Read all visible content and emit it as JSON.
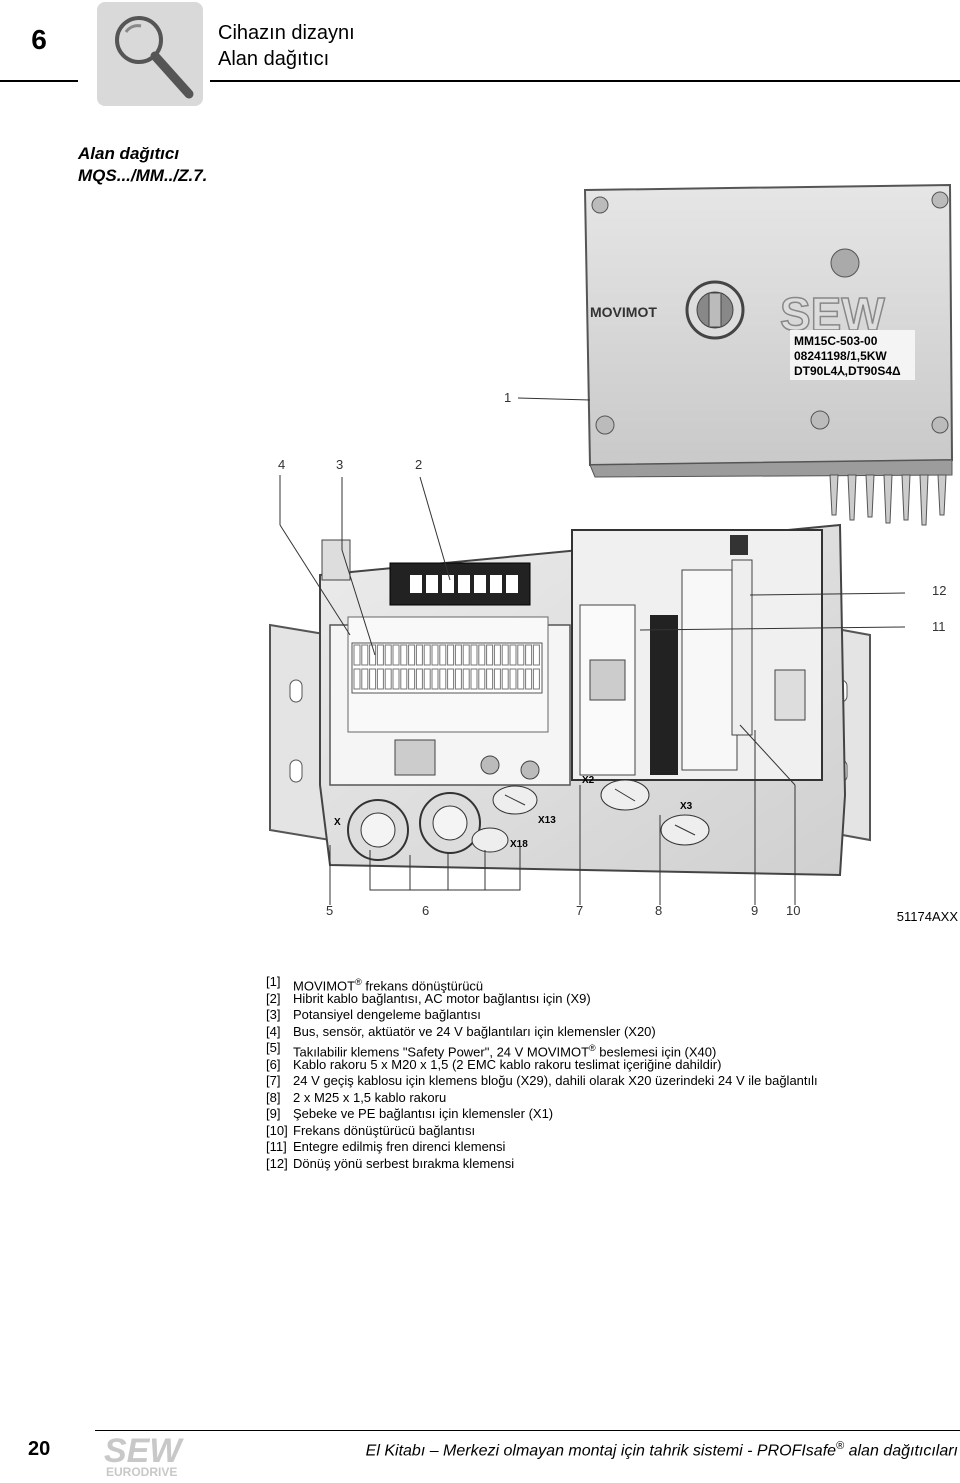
{
  "header": {
    "chapter_number": "6",
    "title": "Cihazın dizaynı",
    "subtitle": "Alan dağıtıcı",
    "icon": "magnifier-icon"
  },
  "section": {
    "title_line1": "Alan dağıtıcı",
    "title_line2": "MQS.../MM../Z.7."
  },
  "figure": {
    "id": "51174AXX",
    "device_brand": "MOVIMOT",
    "device_logo": "SEW",
    "nameplate_line1": "MM15C-503-00",
    "nameplate_line2": "08241198/1,5KW",
    "nameplate_line3": "DT90L4⅄,DT90S4Δ",
    "callouts": [
      "1",
      "2",
      "3",
      "4",
      "5",
      "6",
      "7",
      "8",
      "9",
      "10",
      "11",
      "12"
    ],
    "connector_labels": [
      "X2",
      "X3",
      "X13",
      "X18",
      "X"
    ]
  },
  "legend": [
    {
      "num": "[1]",
      "pre": "MOVIMOT",
      "reg": "®",
      "post": " frekans dönüştürücü"
    },
    {
      "num": "[2]",
      "pre": "Hibrit kablo bağlantısı, AC motor bağlantısı için (X9)"
    },
    {
      "num": "[3]",
      "pre": "Potansiyel dengeleme bağlantısı"
    },
    {
      "num": "[4]",
      "pre": "Bus, sensör, aktüatör ve 24 V bağlantıları için klemensler (X20)"
    },
    {
      "num": "[5]",
      "pre": "Takılabilir klemens \"Safety Power\", 24 V MOVIMOT",
      "reg": "®",
      "post": " beslemesi için (X40)"
    },
    {
      "num": "[6]",
      "pre": "Kablo rakoru 5 x M20 x 1,5 (2 EMC kablo rakoru teslimat içeriğine dahildir)"
    },
    {
      "num": "[7]",
      "pre": "24 V geçiş kablosu için klemens bloğu (X29), dahili olarak X20 üzerindeki 24 V ile bağlantılı"
    },
    {
      "num": "[8]",
      "pre": "2 x M25 x 1,5 kablo rakoru"
    },
    {
      "num": "[9]",
      "pre": "Şebeke ve PE bağlantısı için klemensler (X1)"
    },
    {
      "num": "[10]",
      "pre": "Frekans dönüştürücü bağlantısı"
    },
    {
      "num": "[11]",
      "pre": "Entegre edilmiş fren direnci klemensi"
    },
    {
      "num": "[12]",
      "pre": "Dönüş yönü serbest bırakma klemensi"
    }
  ],
  "footer": {
    "page_number": "20",
    "logo_text": "SEW",
    "logo_subtext": "EURODRIVE",
    "text_pre": "El Kitabı – Merkezi olmayan montaj için tahrik sistemi - PROFIsafe",
    "text_reg": "®",
    "text_post": " alan dağıtıcıları"
  }
}
